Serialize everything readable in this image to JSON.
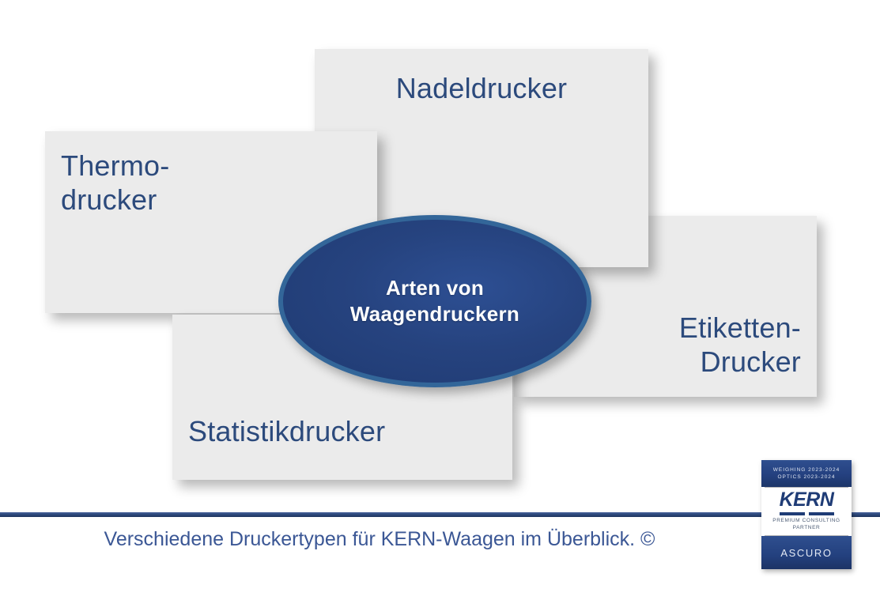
{
  "diagram": {
    "center": {
      "label": "Arten von\nWaagendruckern",
      "fill_color": "#24407f",
      "border_color": "#336699",
      "text_color": "#ffffff"
    },
    "cards": [
      {
        "id": "nadel",
        "label": "Nadeldrucker"
      },
      {
        "id": "thermo",
        "label": "Thermo-\ndrucker"
      },
      {
        "id": "etiketten",
        "label": "Etiketten-\nDrucker"
      },
      {
        "id": "statistik",
        "label": "Statistikdrucker"
      }
    ],
    "card_fill_color": "#ebebeb",
    "card_text_color": "#2c4a7c"
  },
  "divider": {
    "color": "#2e4a7d"
  },
  "caption": {
    "text": "Verschiedene Druckertypen für KERN-Waagen im Überblick. ©",
    "color": "#3b5795"
  },
  "logo": {
    "award_line_1": "WEIGHING  2023-2024",
    "award_line_2": "OPTICS  2023-2024",
    "brand": "KERN",
    "subtitle": "PREMIUM CONSULTING\nPARTNER",
    "partner": "ASCURO"
  }
}
